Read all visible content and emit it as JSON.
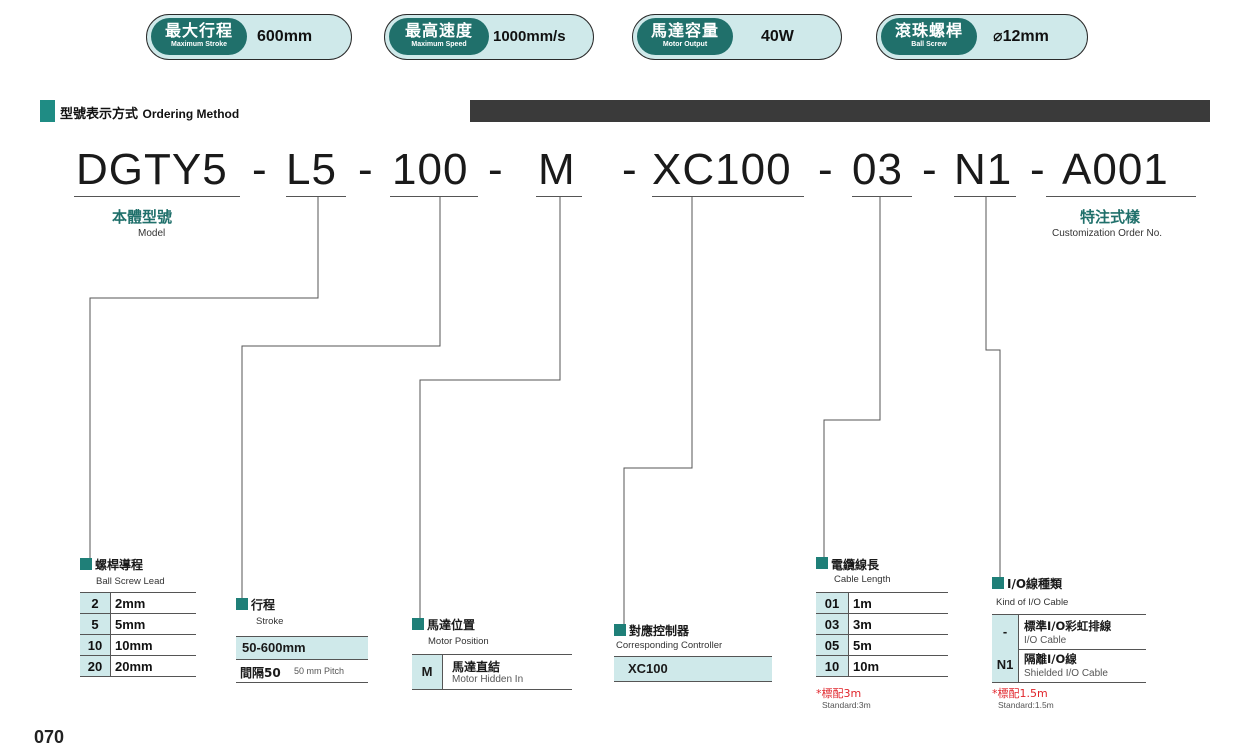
{
  "specs": [
    {
      "zh": "最大行程",
      "en": "Maximum Stroke",
      "value": "600mm"
    },
    {
      "zh": "最高速度",
      "en": "Maximum Speed",
      "value": "1000mm/s"
    },
    {
      "zh": "馬達容量",
      "en": "Motor Output",
      "value": "40W"
    },
    {
      "zh": "滾珠螺桿",
      "en": "Ball Screw",
      "value": "⌀12mm"
    }
  ],
  "ordering": {
    "title_zh": "型號表示方式",
    "title_en": "Ordering Method"
  },
  "code": {
    "s1": "DGTY5",
    "d1": "-",
    "s2": "L5",
    "d2": "-",
    "s3": "100",
    "d3": "-",
    "s4": "M",
    "d4": "-",
    "s5": "XC100",
    "d5": "-",
    "s6": "03",
    "d6": "-",
    "s7": "N1",
    "d7": "-",
    "s8": "A001"
  },
  "model": {
    "zh": "本體型號",
    "en": "Model"
  },
  "custom": {
    "zh": "特注式樣",
    "en": "Customization Order No."
  },
  "lead": {
    "zh": "螺桿導程",
    "en": "Ball Screw Lead",
    "rows": [
      {
        "k": "2",
        "v": "2mm"
      },
      {
        "k": "5",
        "v": "5mm"
      },
      {
        "k": "10",
        "v": "10mm"
      },
      {
        "k": "20",
        "v": "20mm"
      }
    ]
  },
  "stroke": {
    "zh": "行程",
    "en": "Stroke",
    "range": "50-600mm",
    "pitch_zh": "間隔50",
    "pitch_en": "50 mm Pitch"
  },
  "motor": {
    "zh": "馬達位置",
    "en": "Motor Position",
    "code": "M",
    "opt_zh": "馬達直結",
    "opt_en": "Motor Hidden In"
  },
  "controller": {
    "zh": "對應控制器",
    "en": "Corresponding Controller",
    "value": "XC100"
  },
  "cable": {
    "zh": "電纜線長",
    "en": "Cable Length",
    "rows": [
      {
        "k": "01",
        "v": "1m"
      },
      {
        "k": "03",
        "v": "3m"
      },
      {
        "k": "05",
        "v": "5m"
      },
      {
        "k": "10",
        "v": "10m"
      }
    ],
    "std_zh": "*標配3m",
    "std_en": "Standard:3m"
  },
  "io": {
    "zh": "I/O線種類",
    "en": "Kind of I/O Cable",
    "rows": [
      {
        "k": "-",
        "zh": "標準I/O彩虹排線",
        "en": "I/O Cable"
      },
      {
        "k": "N1",
        "zh": "隔離I/O線",
        "en": "Shielded I/O Cable"
      }
    ],
    "std_zh": "*標配1.5m",
    "std_en": "Standard:1.5m"
  },
  "page_number": "070"
}
